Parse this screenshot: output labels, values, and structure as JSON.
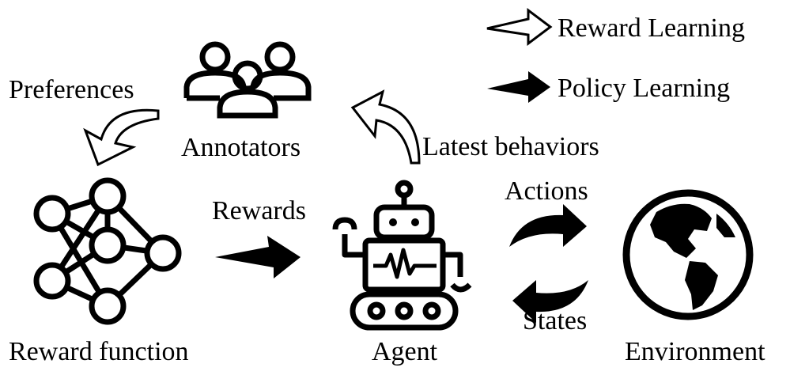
{
  "legend": {
    "reward_learning": "Reward Learning",
    "policy_learning": "Policy Learning"
  },
  "nodes": {
    "annotators": "Annotators",
    "reward_function": "Reward function",
    "agent": "Agent",
    "environment": "Environment"
  },
  "edges": {
    "preferences": "Preferences",
    "latest_behaviors": "Latest behaviors",
    "rewards": "Rewards",
    "actions": "Actions",
    "states": "States"
  },
  "icons": {
    "annotators": "people-group-icon",
    "reward_function": "neural-network-icon",
    "agent": "robot-icon",
    "environment": "globe-icon"
  },
  "colors": {
    "ink": "#000000",
    "background": "#ffffff"
  }
}
